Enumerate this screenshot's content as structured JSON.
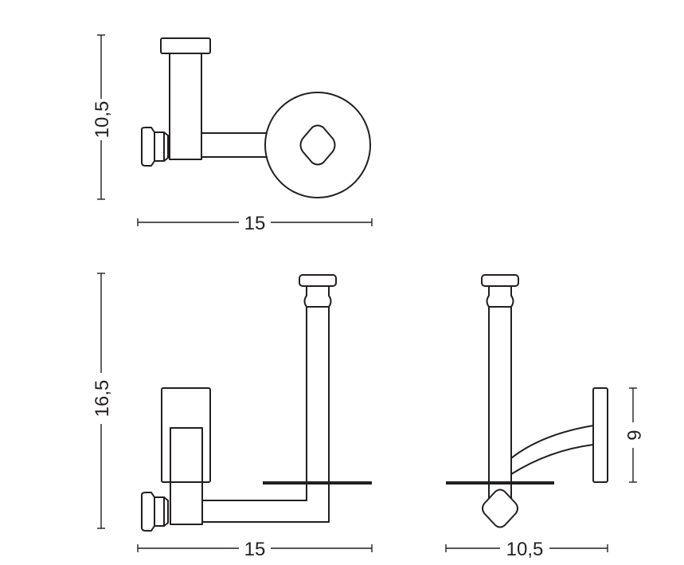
{
  "dimensions": {
    "top_view_height": "10,5",
    "top_view_width": "15",
    "front_view_height": "16,5",
    "front_view_width": "15",
    "side_view_width": "10,5",
    "plate_height": "6"
  },
  "colors": {
    "stroke": "#231f20",
    "background": "#ffffff"
  }
}
